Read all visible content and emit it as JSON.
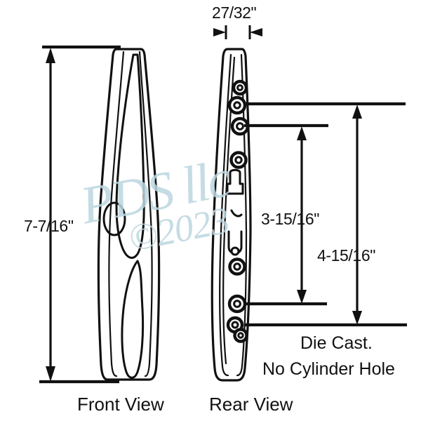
{
  "drawing": {
    "title": "Die Cast Handle Technical Drawing",
    "background_color": "#ffffff",
    "line_color": "#111111"
  },
  "dimensions": {
    "width_top": "27/32\"",
    "height_overall": "7-7/16\"",
    "hole_spacing_inner": "3-15/16\"",
    "hole_spacing_outer": "4-15/16\""
  },
  "notes": {
    "line1": "Die Cast.",
    "line2": "No Cylinder Hole"
  },
  "views": {
    "front": "Front View",
    "rear": "Rear View"
  },
  "watermark": {
    "main": "PDS llc",
    "sub": "©2023",
    "color": "#bcd7e0"
  }
}
